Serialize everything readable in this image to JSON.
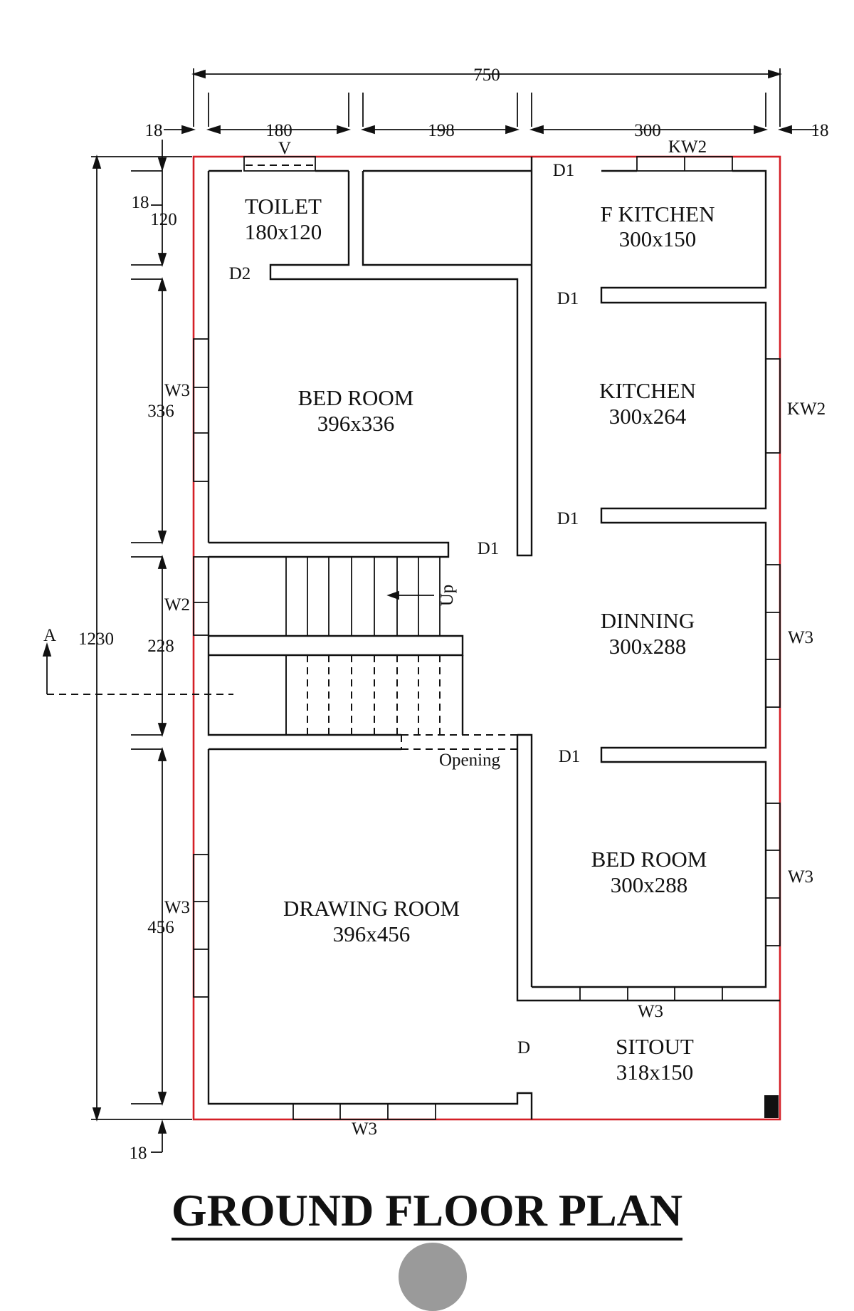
{
  "title": "GROUND FLOOR PLAN",
  "dimensions": {
    "total_width": "750",
    "margin_left": "18",
    "segment_1": "180",
    "segment_2": "198",
    "segment_3": "300",
    "margin_right": "18",
    "total_height": "1230",
    "top_margin": "18",
    "height_1": "120",
    "height_2": "336",
    "height_3": "228",
    "height_4": "456",
    "bottom_margin": "18"
  },
  "rooms": {
    "toilet": {
      "name": "TOILET",
      "size": "180x120"
    },
    "f_kitchen": {
      "name": "F KITCHEN",
      "size": "300x150"
    },
    "bedroom_1": {
      "name": "BED ROOM",
      "size": "396x336"
    },
    "kitchen": {
      "name": "KITCHEN",
      "size": "300x264"
    },
    "dinning": {
      "name": "DINNING",
      "size": "300x288"
    },
    "bedroom_2": {
      "name": "BED ROOM",
      "size": "300x288"
    },
    "drawing_room": {
      "name": "DRAWING ROOM",
      "size": "396x456"
    },
    "sitout": {
      "name": "SITOUT",
      "size": "318x150"
    }
  },
  "openings": {
    "ventilator": "V",
    "kw2_top": "KW2",
    "kw2_right": "KW2",
    "d1_fkitchen": "D1",
    "d1_kitchen": "D1",
    "d1_dinning": "D1",
    "d1_stair": "D1",
    "d1_bedroom2": "D1",
    "d2_toilet": "D2",
    "w3_bedroom1": "W3",
    "w2_stair": "W2",
    "w3_drawing": "W3",
    "w3_dinning": "W3",
    "w3_bedroom2": "W3",
    "w3_bedroom2_bottom": "W3",
    "w3_bottom": "W3",
    "d_main": "D",
    "opening_label": "Opening",
    "stair_up": "Up"
  },
  "section_marker": "A",
  "colors": {
    "outline": "#d41f26",
    "lines": "#111111"
  }
}
